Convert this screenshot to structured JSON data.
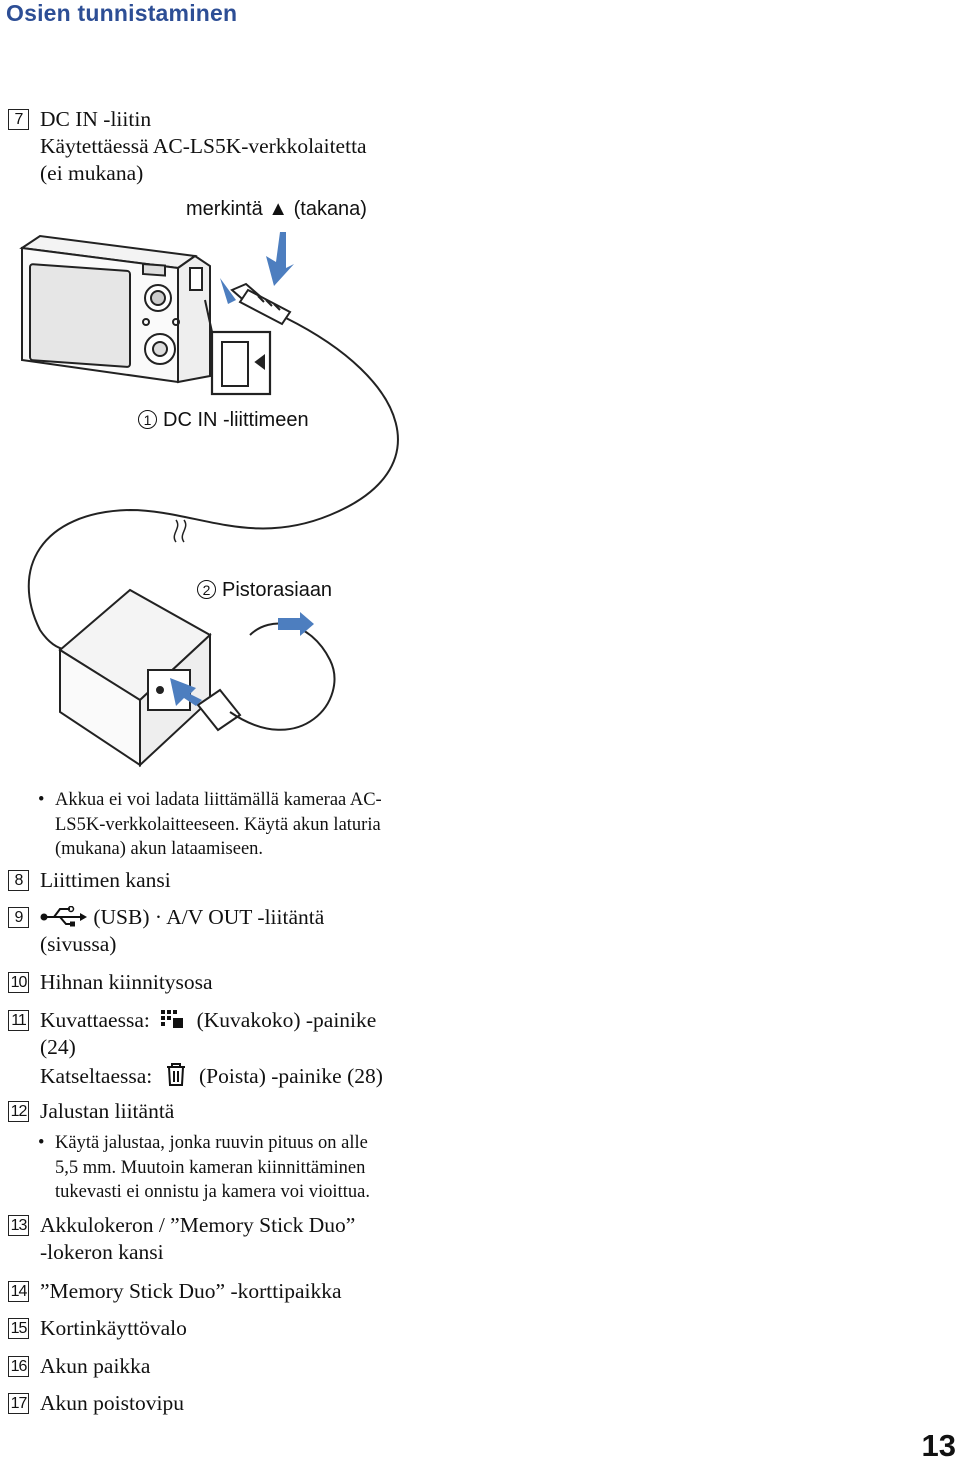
{
  "header": {
    "title": "Osien tunnistaminen"
  },
  "items": [
    {
      "num": "7",
      "lines": [
        "DC IN -liitin",
        "Käytettäessä AC-LS5K-verkkolaitetta",
        "(ei mukana)"
      ]
    },
    {
      "num": "8",
      "lines": [
        "Liittimen kansi"
      ]
    },
    {
      "num": "9",
      "text_usb": "(USB) · A/V OUT -liitäntä",
      "line2": "(sivussa)"
    },
    {
      "num": "10",
      "lines": [
        "Hihnan kiinnitysosa"
      ]
    },
    {
      "num": "11",
      "l1_prefix": "Kuvattaessa:",
      "l1_suffix": "(Kuvakoko) -painike",
      "l2": "(24)",
      "l3_prefix": "Katseltaessa:",
      "l3_suffix": "(Poista) -painike (28)"
    },
    {
      "num": "12",
      "lines": [
        "Jalustan liitäntä"
      ]
    },
    {
      "num": "13",
      "lines": [
        "Akkulokeron / ”Memory Stick Duo”",
        "-lokeron kansi"
      ]
    },
    {
      "num": "14",
      "lines": [
        "”Memory Stick Duo” -korttipaikka"
      ]
    },
    {
      "num": "15",
      "lines": [
        "Kortinkäyttövalo"
      ]
    },
    {
      "num": "16",
      "lines": [
        "Akun paikka"
      ]
    },
    {
      "num": "17",
      "lines": [
        "Akun poistovipu"
      ]
    }
  ],
  "diagram": {
    "mark_label": "merkintä ▲ (takana)",
    "step1_num": "1",
    "step1_label": "DC IN -liittimeen",
    "step2_num": "2",
    "step2_label": "Pistorasiaan"
  },
  "notes": {
    "charging": [
      "Akkua ei voi ladata liittämällä kameraa AC-",
      "LS5K-verkkolaitteeseen. Käytä akun laturia",
      "(mukana) akun lataamiseen."
    ],
    "tripod": [
      "Käytä jalustaa, jonka ruuvin pituus on alle",
      "5,5 mm. Muutoin kameran kiinnittäminen",
      "tukevasti ei onnistu ja kamera voi vioittua."
    ]
  },
  "page_number": "13",
  "colors": {
    "header": "#2d4e95",
    "arrow": "#4d7ebf"
  },
  "icons": [
    "usb-icon",
    "image-size-icon",
    "trash-icon"
  ]
}
